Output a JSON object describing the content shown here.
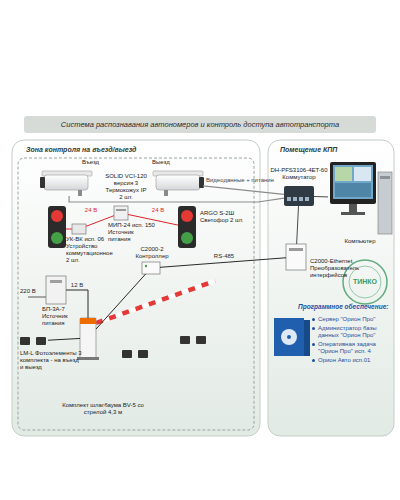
{
  "diagram": {
    "title": "Система распознавания автономеров и контроль доступа автотранспорта",
    "nodes": [
      {
        "text": [
          "Зона контроля на въезд/выезд"
        ]
      },
      {
        "text": [
          "Въезд"
        ],
        "in": 0
      },
      {
        "text": [
          "Выезд"
        ],
        "in": 0
      },
      {
        "text": [
          "УК-ВК исп. 06 Устройство коммутационное 2 шт."
        ],
        "in": 0
      },
      {
        "text": [
          "МИП-24 исп. 150 Источник питания"
        ],
        "in": 0
      },
      {
        "text": [
          "ARGO S-2Ш Светофор 2 шт."
        ],
        "in": 0
      },
      {
        "text": [
          "С2000-2 Контроллер"
        ],
        "in": 0
      },
      {
        "text": [
          "БП-3А-7 Источник питания"
        ],
        "in": 0
      },
      {
        "text": [
          "Комплект шлагбаума BV-5 со стрелой 4,3 м"
        ],
        "in": 0
      },
      {
        "text": [
          "LM-L Фотоэлементы 3 комплекта - на въезд и выезд"
        ],
        "in": 0
      },
      {
        "text": [
          "Помещение КПП"
        ]
      },
      {
        "text": [
          "DH-PFS3106-4ET-60 Коммутатор"
        ],
        "in": 10
      },
      {
        "text": [
          "Компьютер"
        ],
        "in": 10
      },
      {
        "text": [
          "С2000-Ethernet Преобразователь интерфейсов"
        ],
        "in": 10
      }
    ],
    "edges": [
      {
        "from": 1,
        "to": 11,
        "arrow": "none"
      },
      {
        "from": 2,
        "to": 11,
        "label": "Видеоданные + питание",
        "arrow": "none"
      },
      {
        "from": 11,
        "to": 12,
        "arrow": "none"
      },
      {
        "from": 13,
        "to": 11,
        "arrow": "none"
      },
      {
        "from": 6,
        "to": 13,
        "label": "RS-485",
        "arrow": "none"
      },
      {
        "from": 4,
        "to": 3,
        "label": "24 В",
        "arrow": "none"
      },
      {
        "from": 4,
        "to": 5,
        "label": "24 В",
        "arrow": "none"
      },
      {
        "from": 7,
        "to": 8,
        "label": "12 В",
        "arrow": "none"
      },
      {
        "from": 6,
        "to": 8,
        "arrow": "none"
      },
      {
        "from": 9,
        "to": 8,
        "arrow": "none"
      }
    ],
    "labels": [
      "SOLID VCI-120 версия 3 Термокожух IP 2 шт.",
      "220 В",
      "Программное обеспечение:",
      "Сервер \"Орион Про\"",
      "Администратор базы данных \"Орион Про\"",
      "Оперативная задача \"Орион Про\" исп. 4",
      "Орион Авто исп.01",
      "ТИНКО"
    ]
  }
}
